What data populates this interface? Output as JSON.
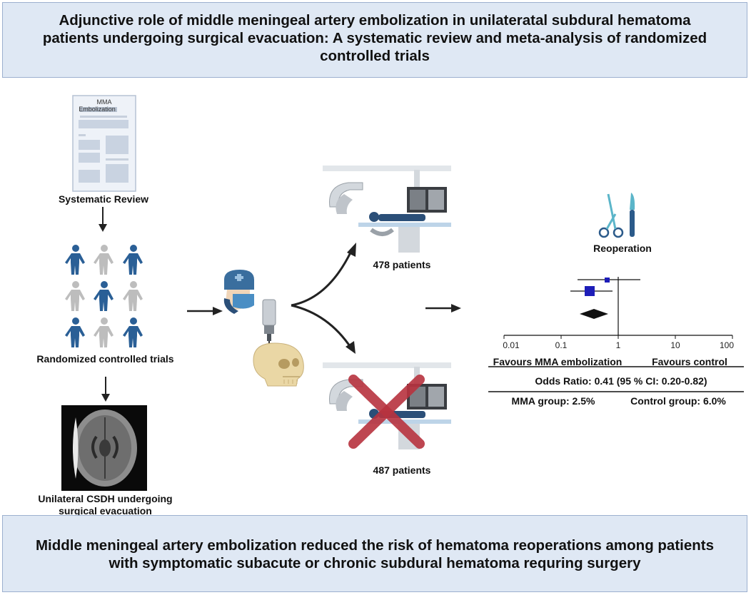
{
  "title": {
    "line1": "Adjunctive role of middle meningeal artery embolization in unilateratal subdural hematoma",
    "line2": "patients undergoing surgical evacuation: A systematic review and meta-analysis of randomized",
    "line3": "controlled trials"
  },
  "left_column": {
    "document_title_line1": "MMA",
    "document_title_line2": "Embolization",
    "systematic_review_label": "Systematic Review",
    "rct_label": "Randomized controlled trials",
    "csdh_label_line1": "Unilateral CSDH undergoing",
    "csdh_label_line2": "surgical evacuation"
  },
  "branches": {
    "upper_patients": "478 patients",
    "lower_patients": "487 patients"
  },
  "forest": {
    "heading": "Reoperation",
    "axis_ticks": [
      "0.01",
      "0.1",
      "1",
      "10",
      "100"
    ],
    "favours_left": "Favours MMA embolization",
    "favours_right": "Favours control",
    "odds_ratio": "Odds Ratio: 0.41 (95 % CI: 0.20-0.82)",
    "mma_group": "MMA group: 2.5%",
    "control_group": "Control group: 6.0%"
  },
  "conclusion": {
    "line1": "Middle meningeal artery embolization reduced the risk of hematoma reoperations among patients",
    "line2": "with symptomatic subacute or chronic subdural hematoma requring surgery"
  },
  "colors": {
    "banner_fill": "#dfe8f4",
    "banner_border": "#9cb0cf",
    "person_blue": "#2a5f96",
    "person_gray": "#bdbdbd",
    "forest_blue": "#1d1db8",
    "cross_red": "#b8333f"
  }
}
